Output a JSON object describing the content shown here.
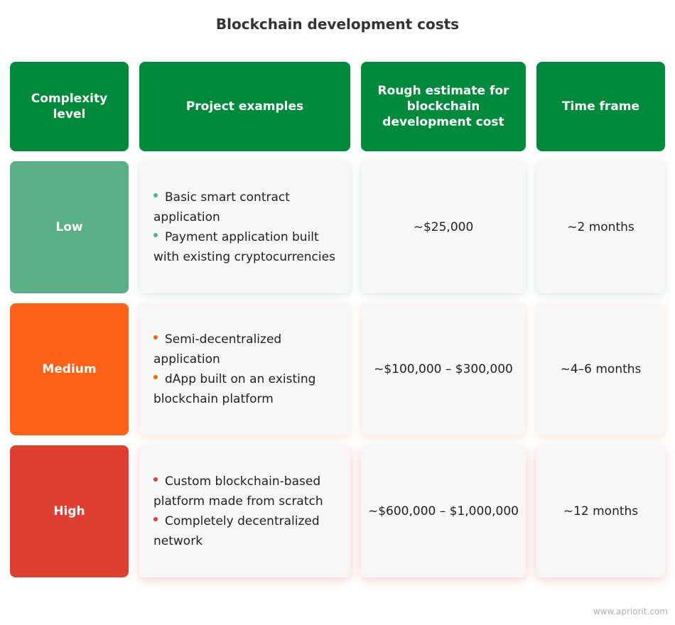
{
  "title": "Blockchain development costs",
  "headers": {
    "complexity": "Complexity level",
    "examples": "Project examples",
    "estimate": "Rough estimate for blockchain development cost",
    "timeframe": "Time frame"
  },
  "rows": [
    {
      "level": "Low",
      "color": "#5baf87",
      "examples": [
        "Basic smart contract application",
        "Payment application built with existing cryptocurrencies"
      ],
      "estimate": "~$25,000",
      "timeframe": "~2 months"
    },
    {
      "level": "Medium",
      "color": "#fc6117",
      "examples": [
        "Semi-decentralized application",
        "dApp built on an existing blockchain platform"
      ],
      "estimate": "~$100,000 – $300,000",
      "timeframe": "~4–6 months"
    },
    {
      "level": "High",
      "color": "#de3f31",
      "examples": [
        "Custom blockchain-based platform made from scratch",
        "Completely decentralized network"
      ],
      "estimate": "~$600,000 – $1,000,000",
      "timeframe": "~12 months"
    }
  ],
  "watermark": "www.apriorit.com"
}
